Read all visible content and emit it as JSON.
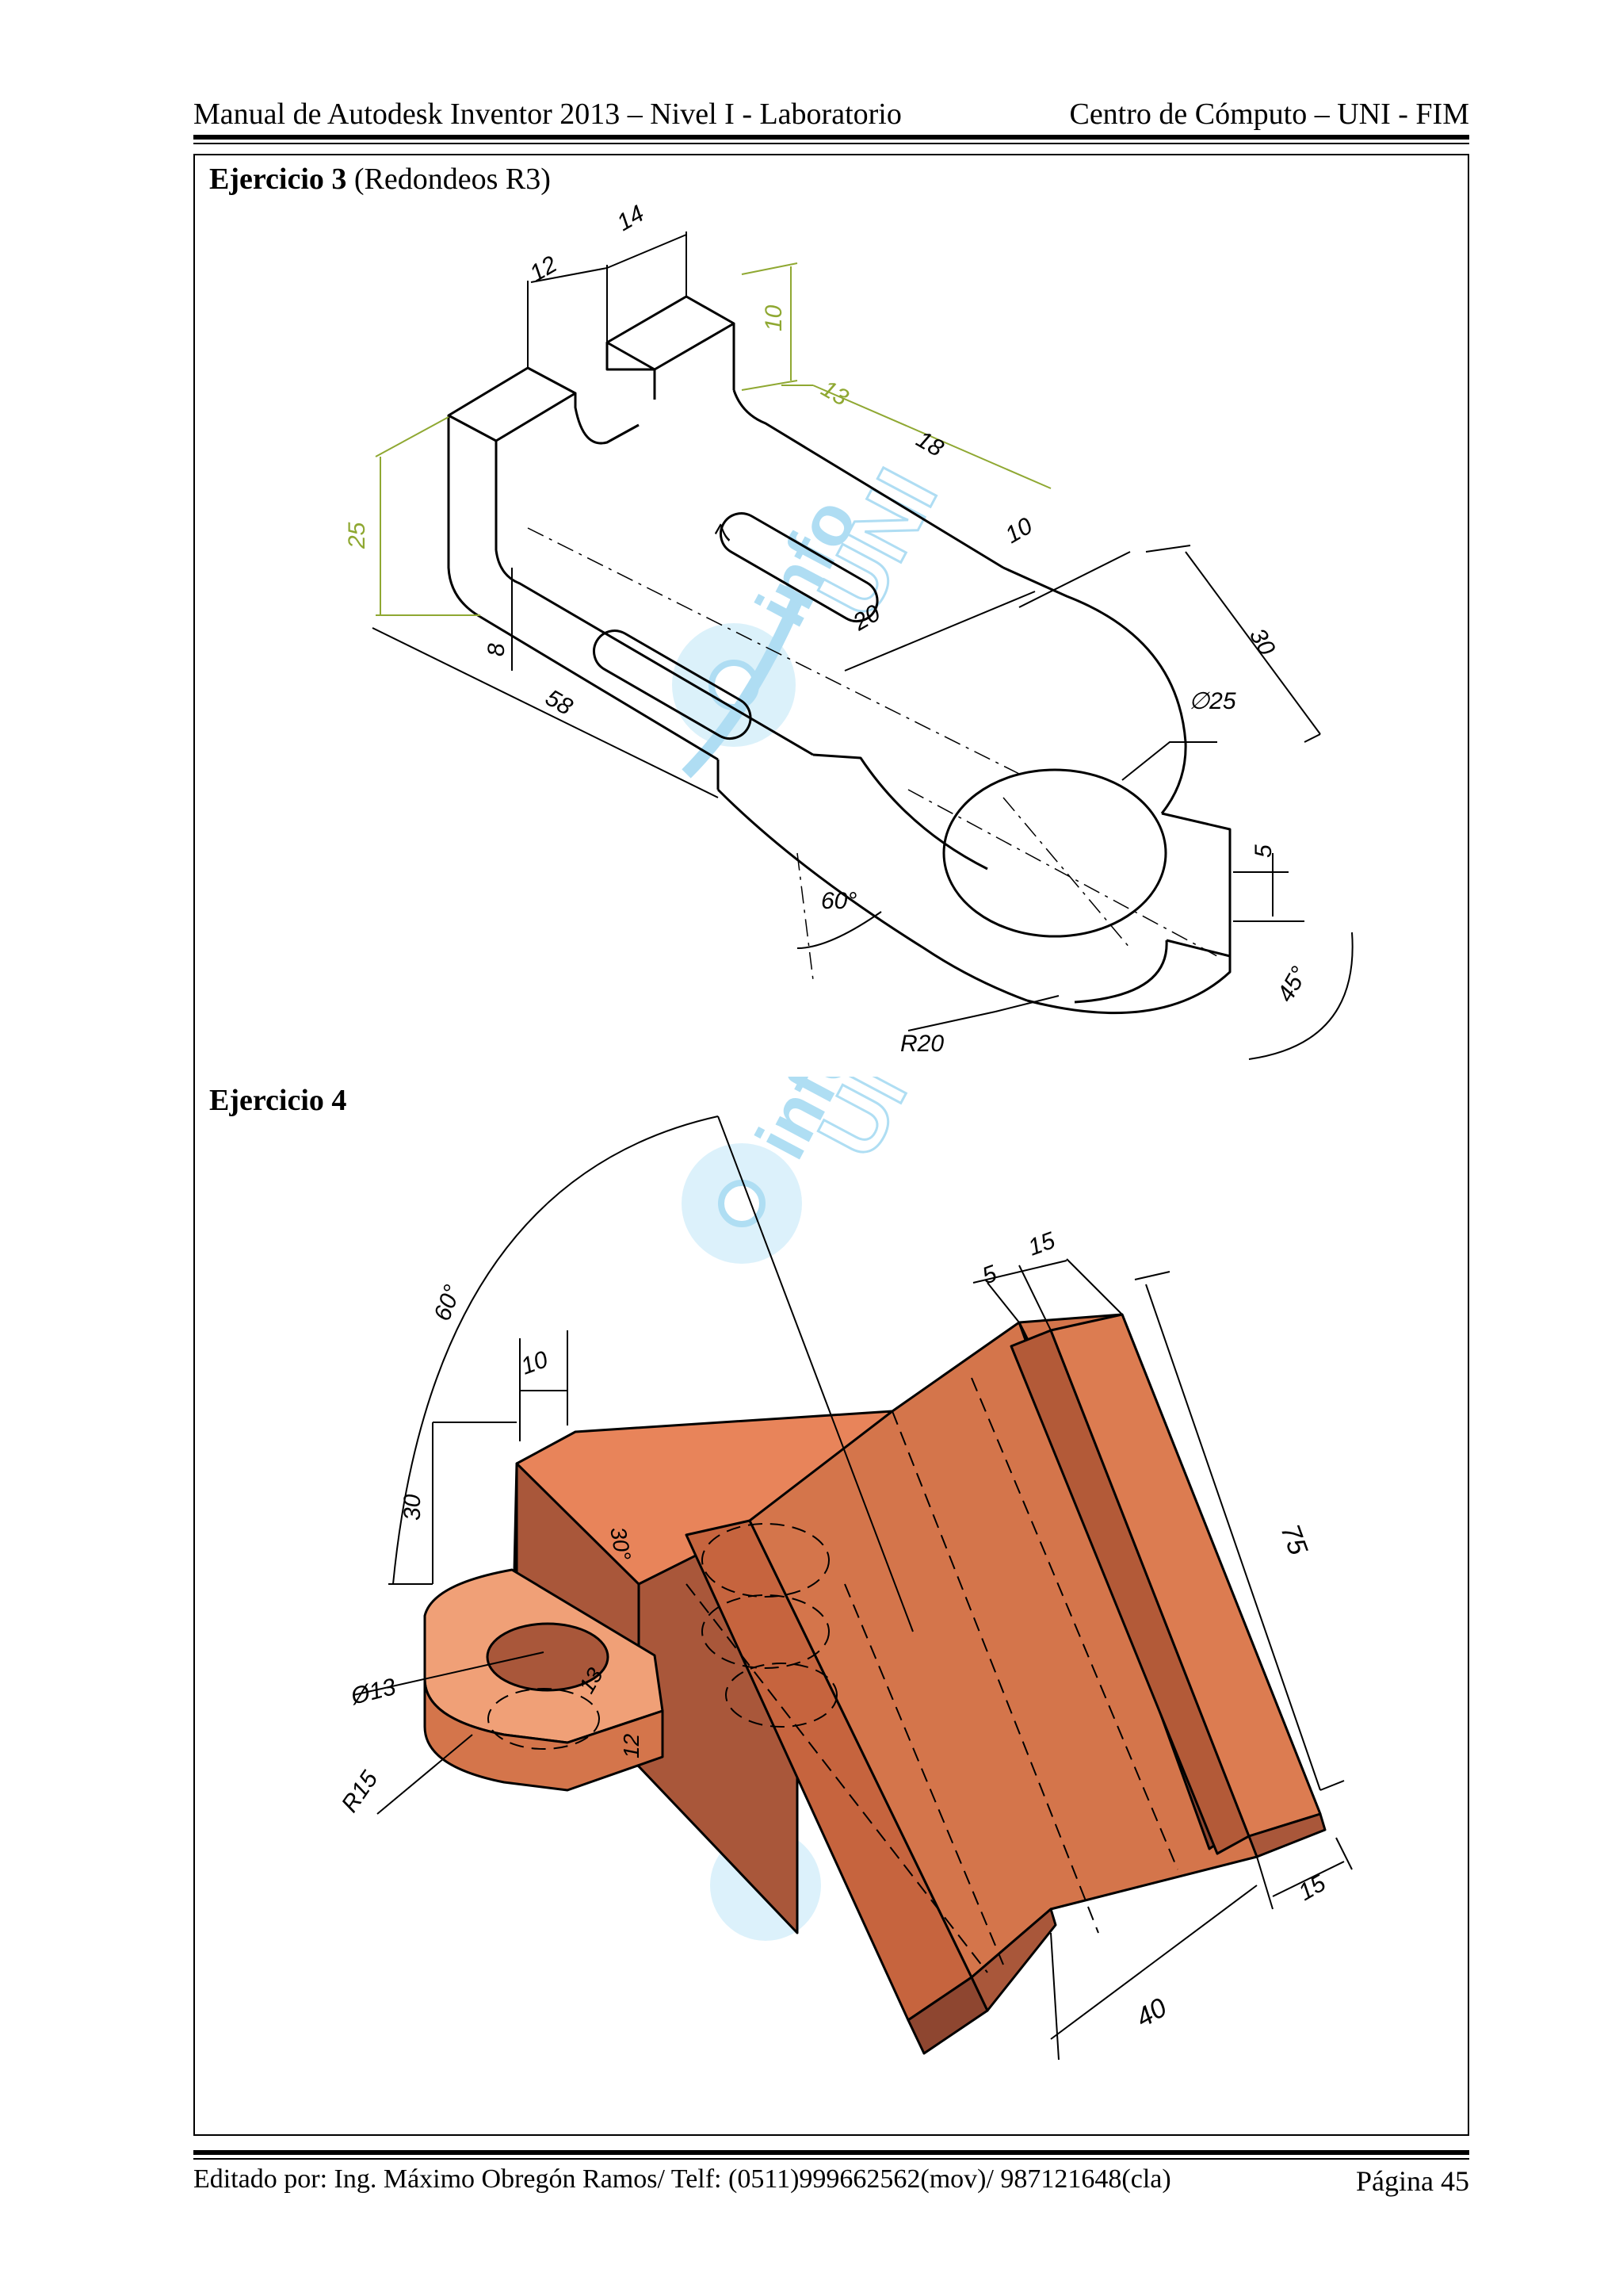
{
  "header": {
    "left": "Manual de Autodesk Inventor 2013 – Nivel I - Laboratorio",
    "right": "Centro de Cómputo – UNI - FIM"
  },
  "exercise3": {
    "title_bold": "Ejercicio 3",
    "title_rest": " (Redondeos R3)",
    "dimensions": {
      "d12": "12",
      "d14": "14",
      "d10_top": "10",
      "d13": "13",
      "d18": "18",
      "d25": "25",
      "d7": "7",
      "d10_right": "10",
      "d20": "20",
      "d30": "30",
      "d8": "8",
      "d58": "58",
      "dia25": "∅25",
      "d5": "5",
      "a60": "60°",
      "r20": "R20",
      "a45": "45°"
    },
    "watermark": {
      "text1": "info",
      "text2": "UNI"
    }
  },
  "exercise4": {
    "title_bold": "Ejercicio 4",
    "dimensions": {
      "a60": "60°",
      "d10": "10",
      "d30": "30",
      "a30": "30°",
      "d5": "5",
      "d15_top": "15",
      "d75": "75",
      "dia13": "Ø13",
      "d13": "13",
      "d12": "12",
      "r15": "R15",
      "d40": "40",
      "d15_bottom": "15"
    },
    "watermark": {
      "text1": "info",
      "text2": "UNI"
    }
  },
  "footer": {
    "left": "Editado por: Ing. Máximo Obregón Ramos/ Telf: (0511)999662562(mov)/ 987121648(cla)",
    "right": "Página 45"
  },
  "colors": {
    "copper_light": "#E8845A",
    "copper_mid": "#D4754B",
    "copper_dark": "#A9573A",
    "copper_darker": "#8E4630",
    "dimension_green": "#8FA832",
    "watermark_blue": "#6EC3EA"
  }
}
